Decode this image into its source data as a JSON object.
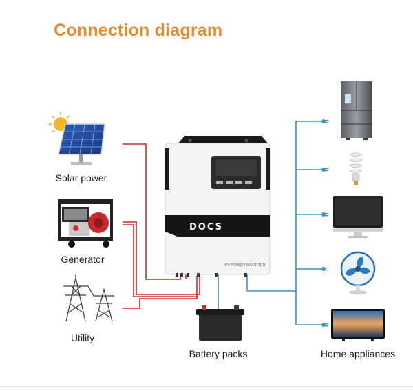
{
  "title": "Connection diagram",
  "sources": {
    "solar_label": "Solar power",
    "generator_label": "Generator",
    "utility_label": "Utility"
  },
  "inverter": {
    "brand": "DOCS",
    "caption": "PV POWER INVERTER"
  },
  "battery_label": "Battery packs",
  "appliances_label": "Home appliances",
  "colors": {
    "title": "#e58a2e",
    "input_wire": "#d9262b",
    "output_wire": "#3d95c6"
  }
}
